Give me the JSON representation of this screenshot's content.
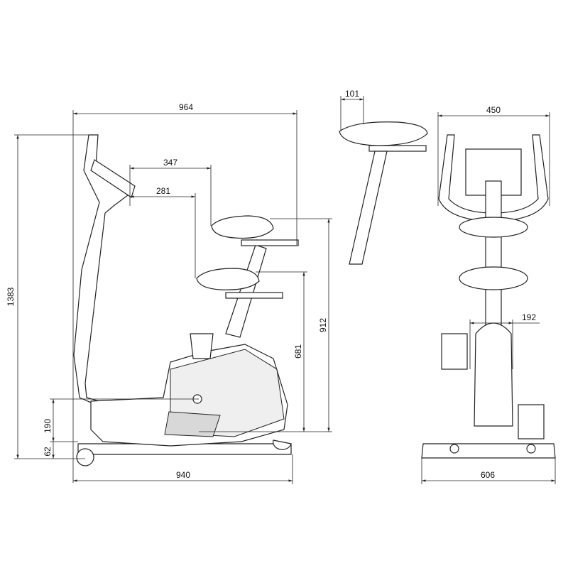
{
  "drawing": {
    "side_view": {
      "overall_length": "964",
      "handlebar_to_seat_max": "347",
      "handlebar_to_seat_min": "281",
      "overall_height": "1383",
      "seat_height_max": "912",
      "seat_height_min": "681",
      "pedal_height": "190",
      "base_height": "62",
      "base_length": "940"
    },
    "seat_detail": {
      "seat_offset": "101"
    },
    "front_view": {
      "handlebar_width": "450",
      "pedal_spacing": "192",
      "base_width": "606"
    }
  }
}
